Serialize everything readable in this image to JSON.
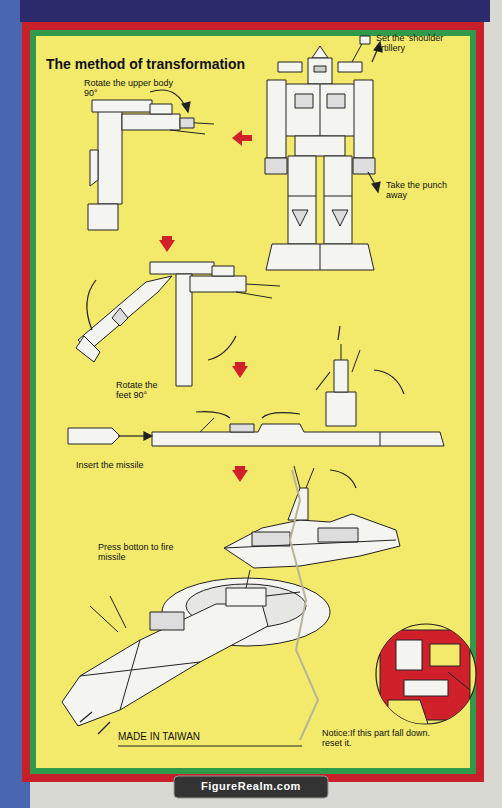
{
  "diagram": {
    "title": "The method of transformation",
    "labels": [
      "Rotate the upper body 90°",
      "Set the 'shoulder artillery",
      "Take the punch away",
      "Rotate the feet 90°",
      "Insert the missile",
      "Press botton to fire missile",
      "Notice:If this part fall down. reset it.",
      "MADE IN TAIWAN",
      "FigureRealm.com"
    ]
  }
}
